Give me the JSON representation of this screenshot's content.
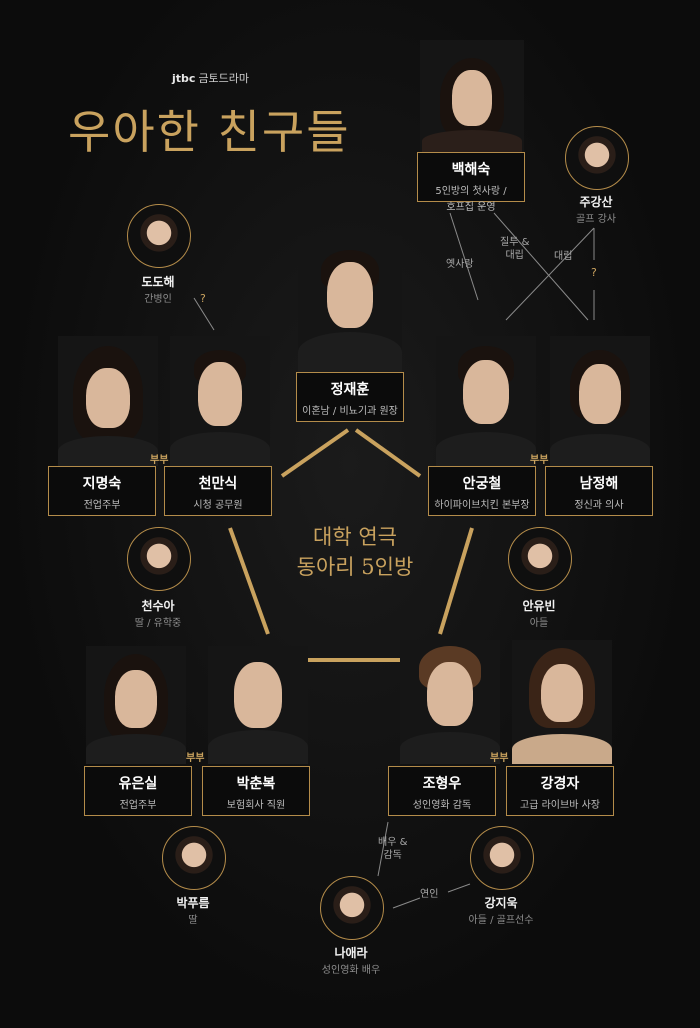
{
  "brand": {
    "logo": "jtbc",
    "tag": "금토드라마"
  },
  "title": "우아한 친구들",
  "center": {
    "line1": "대학 연극",
    "line2": "동아리 5인방"
  },
  "main": {
    "jung": {
      "name": "정재훈",
      "role": "이혼남 / 비뇨기과 원장"
    },
    "baek": {
      "name": "백해숙",
      "role1": "5인방의 첫사랑 /",
      "role2": "호프집 운영"
    },
    "jimyung": {
      "name": "지명숙",
      "role": "전업주부"
    },
    "cheon": {
      "name": "천만식",
      "role": "시청 공무원"
    },
    "ahn": {
      "name": "안궁철",
      "role": "하이파이브치킨 본부장"
    },
    "nam": {
      "name": "남정해",
      "role": "정신과 의사"
    },
    "yoo": {
      "name": "유은실",
      "role": "전업주부"
    },
    "park": {
      "name": "박춘복",
      "role": "보험회사 직원"
    },
    "jo": {
      "name": "조형우",
      "role": "성인영화 감독"
    },
    "kang": {
      "name": "강경자",
      "role": "고급 라이브바 사장"
    }
  },
  "minor": {
    "joo": {
      "name": "주강산",
      "role": "골프 강사"
    },
    "dodo": {
      "name": "도도해",
      "role": "간병인"
    },
    "cheonsu": {
      "name": "천수아",
      "role": "딸 / 유학중"
    },
    "ahnyu": {
      "name": "안유빈",
      "role": "아들"
    },
    "parkpu": {
      "name": "박푸름",
      "role": "딸"
    },
    "kangji": {
      "name": "강지욱",
      "role": "아들 / 골프선수"
    },
    "nae": {
      "name": "나애라",
      "role": "성인영화 배우"
    }
  },
  "relations": {
    "couple": "부부",
    "old_love": "옛사랑",
    "jealous1": "질투 &",
    "jealous2": "대립",
    "rival": "대립",
    "unknown": "?",
    "actor1": "배우 &",
    "actor2": "감독",
    "lovers": "연인"
  },
  "colors": {
    "gold": "#c9a25e",
    "box_border": "#b48c4a",
    "background": "#0c0c0c"
  }
}
